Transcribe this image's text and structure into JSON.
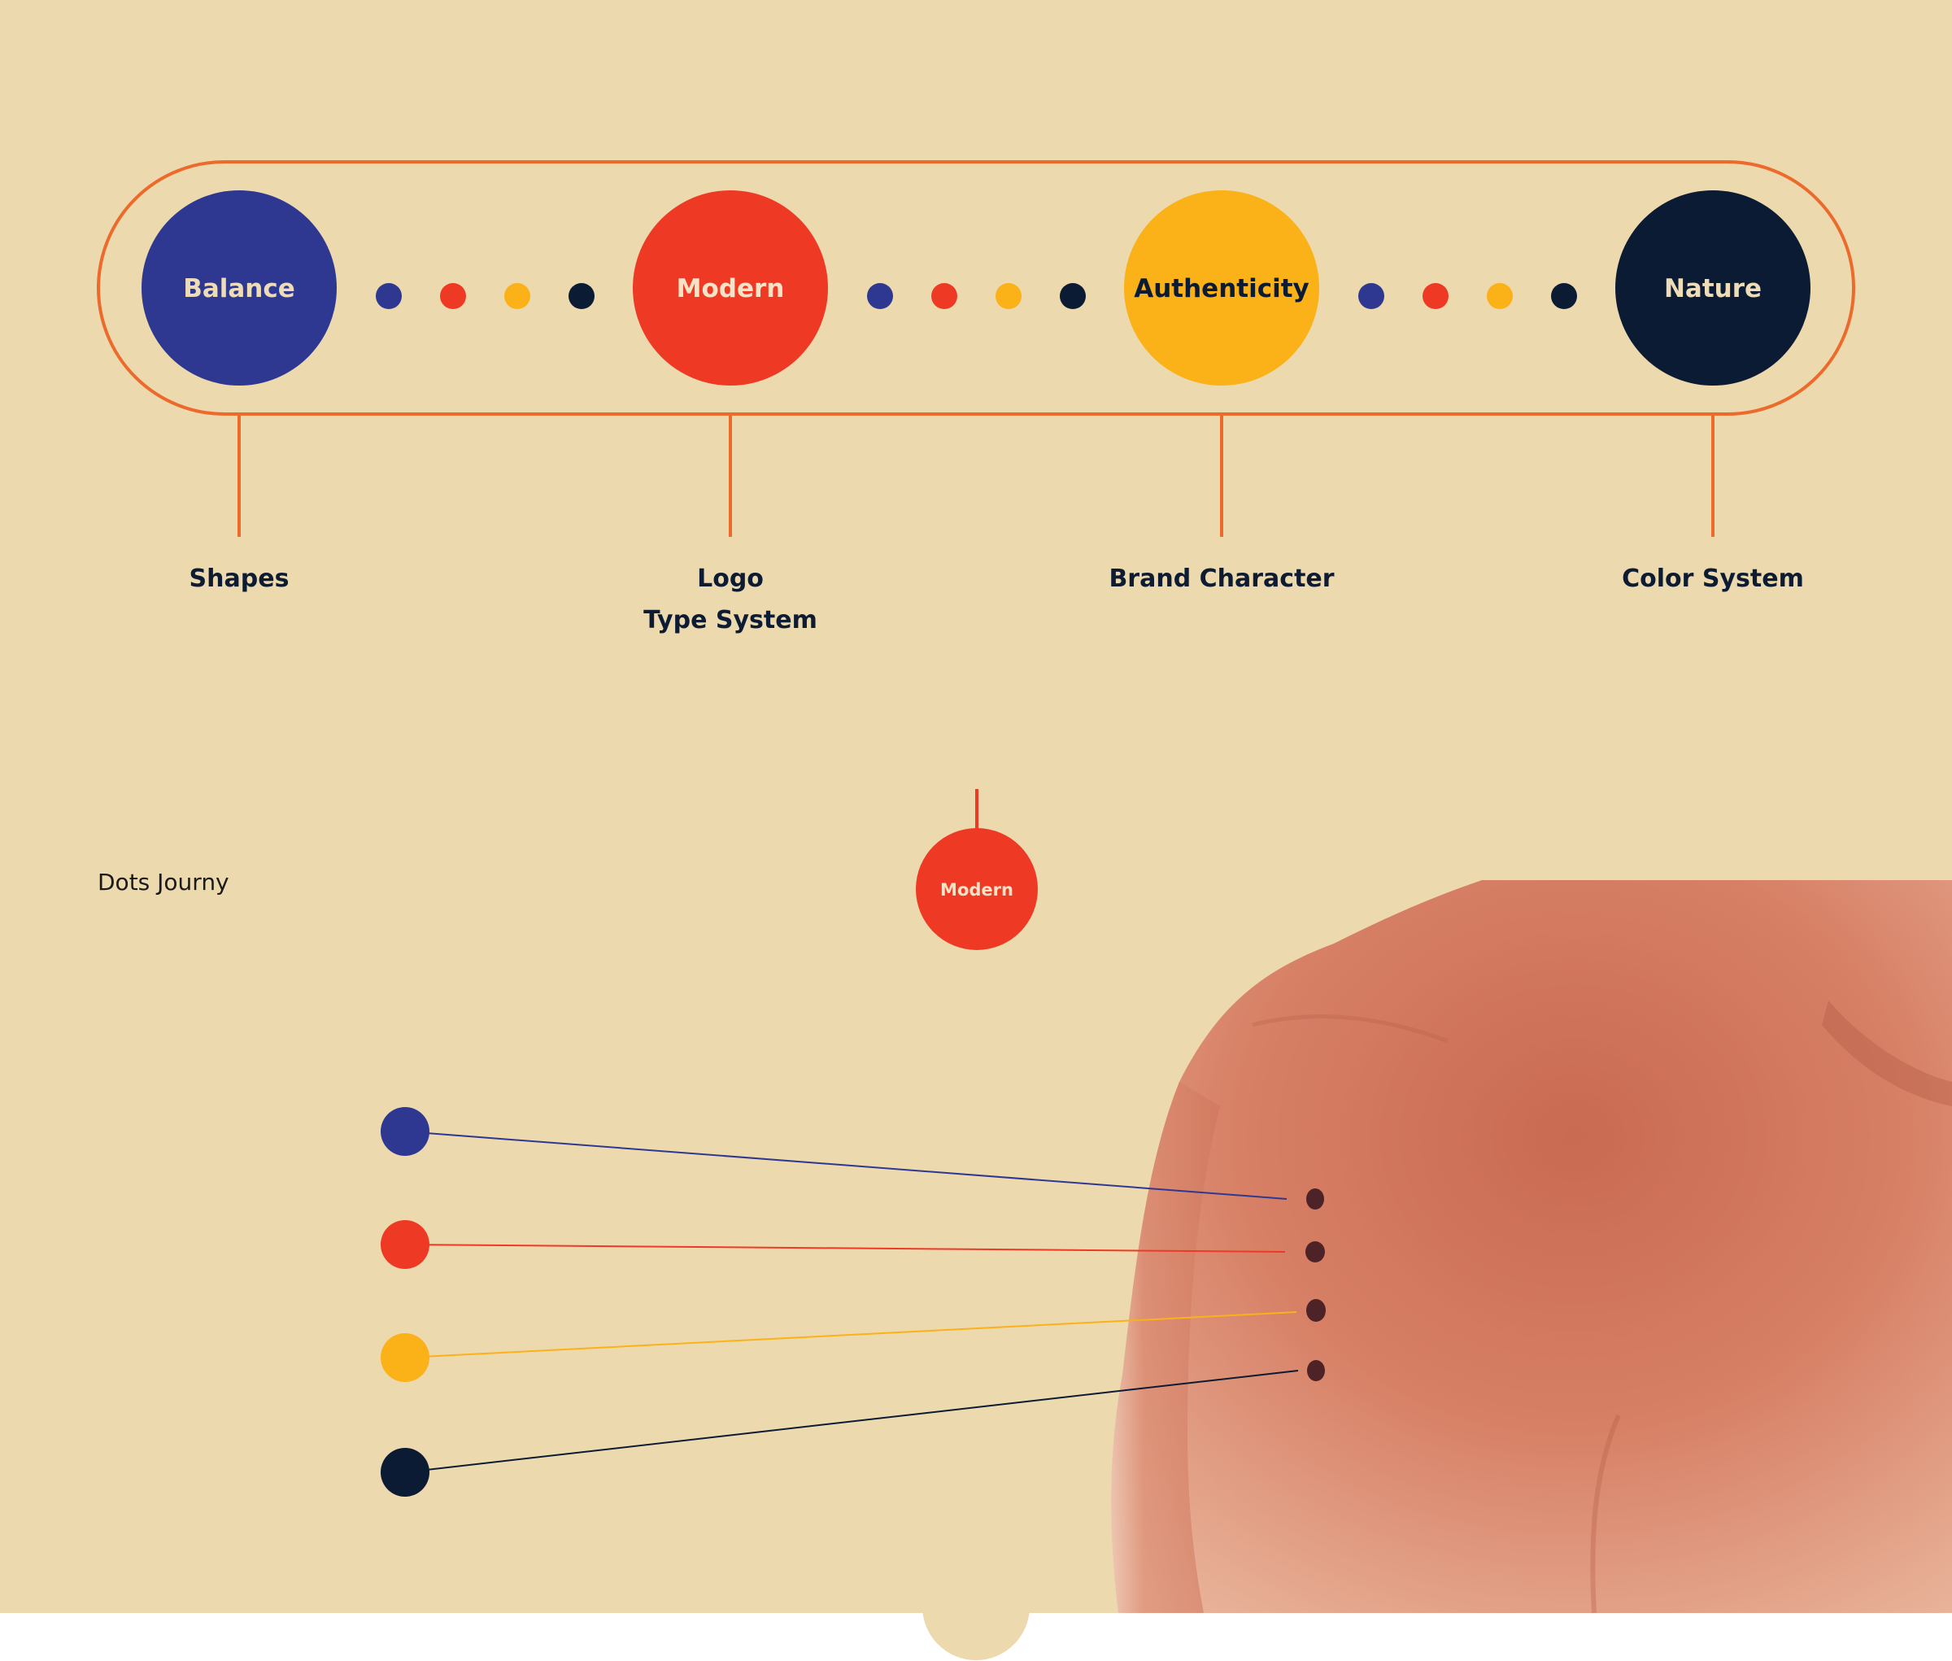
{
  "colors": {
    "background": "#EDD9AE",
    "outline": "#EC6A2B",
    "blue": "#2E3891",
    "red": "#EE3A25",
    "yellow": "#FBB118",
    "navy": "#0B1B33",
    "skin": "#D9826A"
  },
  "values": [
    {
      "label": "Balance",
      "color": "blue",
      "category": "Shapes"
    },
    {
      "label": "Modern",
      "color": "red",
      "category": "Logo",
      "category2": "Type System"
    },
    {
      "label": "Authenticity",
      "color": "yellow",
      "category": "Brand Character"
    },
    {
      "label": "Nature",
      "color": "navy",
      "category": "Color System"
    }
  ],
  "journey": {
    "title": "Dots Journy",
    "featured_label": "Modern",
    "dot_colors": [
      "blue",
      "red",
      "yellow",
      "navy"
    ]
  }
}
